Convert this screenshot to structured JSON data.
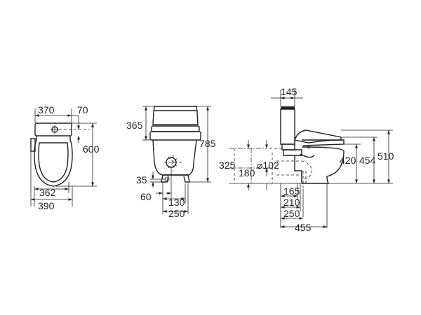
{
  "dimensions": {
    "top_view": {
      "width_top": "370",
      "offset_top": "70",
      "depth": "600",
      "width_inner": "362",
      "width_overall": "390"
    },
    "front_view": {
      "tank_height": "365",
      "overall_height": "785",
      "inlet_height": "35",
      "inlet_offset": "60",
      "center_offset": "130",
      "base_width": "250"
    },
    "side_view": {
      "tank_depth": "145",
      "outlet_height": "325",
      "outlet_axis": "180",
      "outlet_diameter": "⌀102",
      "bowl_rim_height": "420",
      "seat_height": "454",
      "lid_height": "510",
      "dist_165": "165",
      "dist_210": "210",
      "dist_250": "250",
      "dist_455": "455"
    }
  }
}
